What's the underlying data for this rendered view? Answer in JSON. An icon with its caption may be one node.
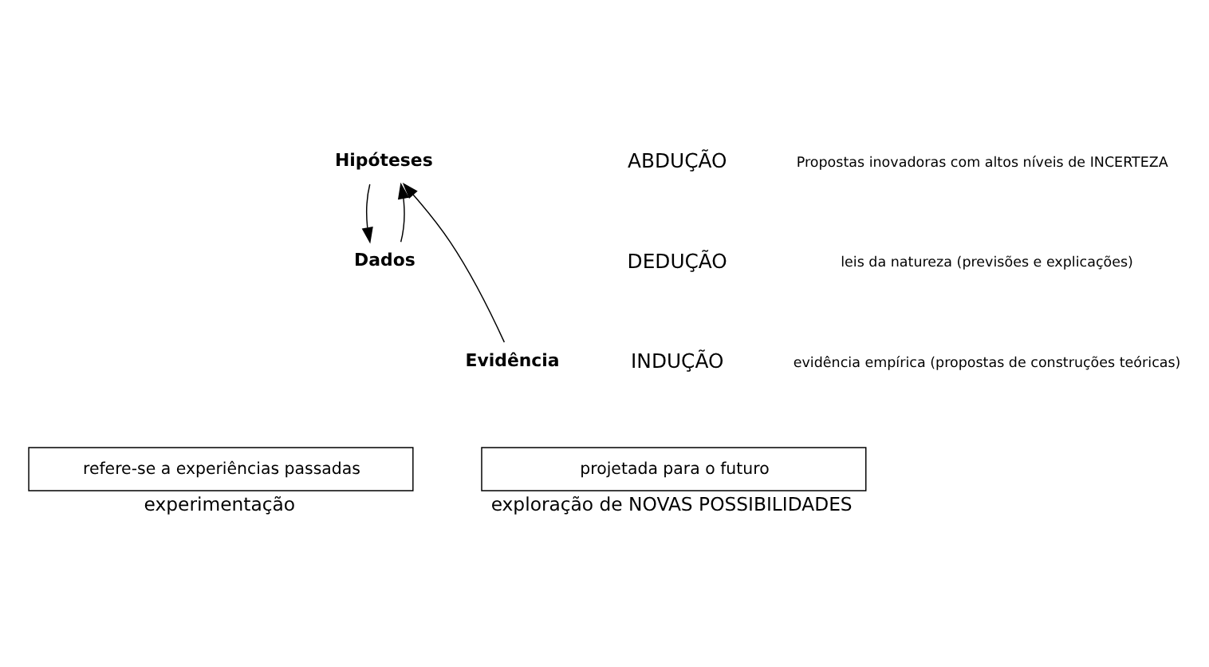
{
  "diagram": {
    "nodes": [
      {
        "text": [
          "Hipóteses"
        ]
      },
      {
        "text": [
          "Dados"
        ]
      },
      {
        "text": [
          "Evidência"
        ]
      },
      {
        "text": [
          "refere-se a experiências passadas"
        ],
        "beside": [
          "experimentação"
        ]
      },
      {
        "text": [
          "projetada para o futuro"
        ],
        "beside": [
          "exploração de NOVAS POSSIBILIDADES"
        ]
      }
    ],
    "edges": [
      {
        "from": 0,
        "to": 1,
        "arrow": "to"
      },
      {
        "from": 1,
        "to": 0,
        "arrow": "to"
      },
      {
        "from": 2,
        "to": 0,
        "arrow": "to"
      }
    ],
    "labels": [
      "ABDUÇÃO",
      "Propostas inovadoras com altos níveis de INCERTEZA",
      "DEDUÇÃO",
      "leis da natureza (previsões e explicações)",
      "INDUÇÃO",
      "evidência empírica (propostas de construções teóricas)"
    ]
  }
}
